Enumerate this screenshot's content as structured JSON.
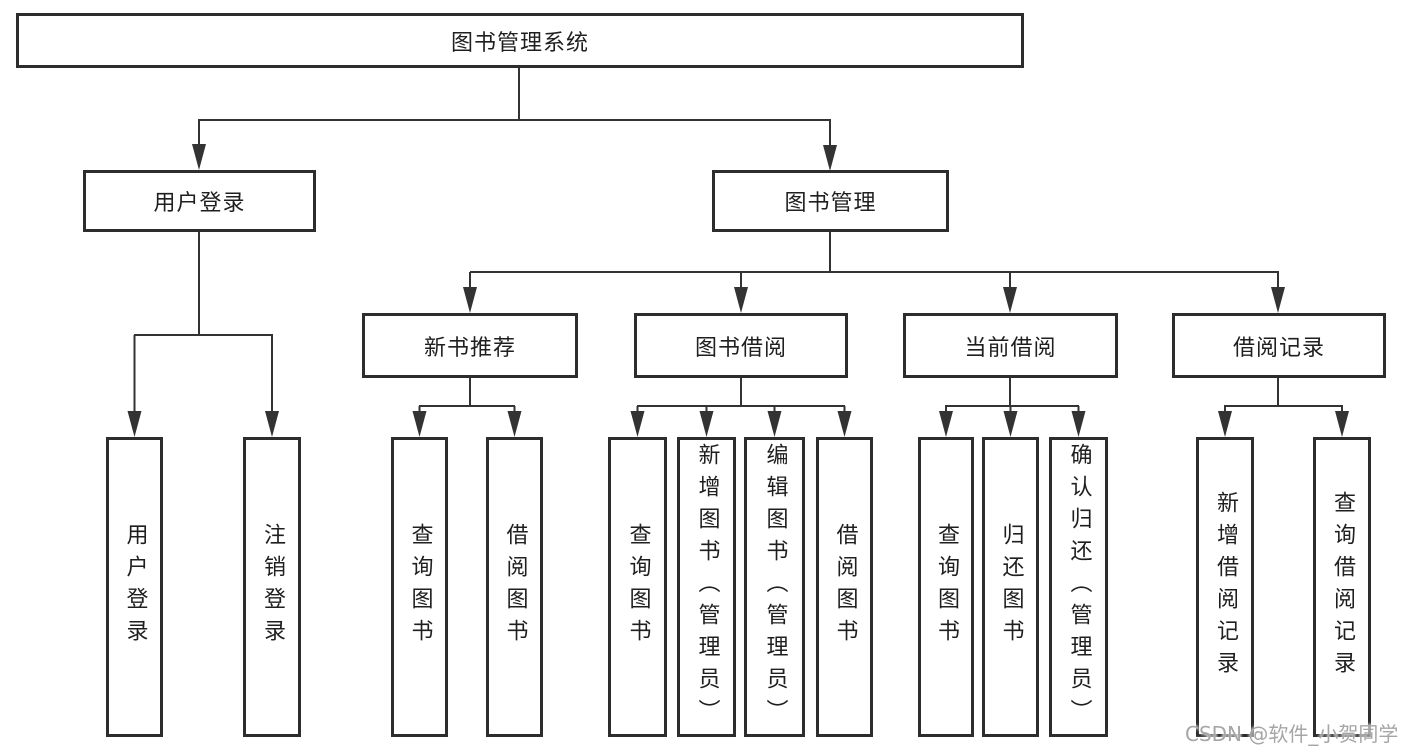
{
  "diagram": {
    "root": {
      "label": "图书管理系统"
    },
    "level2": [
      {
        "label": "用户登录"
      },
      {
        "label": "图书管理"
      }
    ],
    "level3": [
      {
        "label": "新书推荐"
      },
      {
        "label": "图书借阅"
      },
      {
        "label": "当前借阅"
      },
      {
        "label": "借阅记录"
      }
    ],
    "leaves": {
      "user_login": [
        "用户登录",
        "注销登录"
      ],
      "new_book_recommend": [
        "查询图书",
        "借阅图书"
      ],
      "book_borrowing": [
        "查询图书",
        "新增图书（管理员）",
        "编辑图书（管理员）",
        "借阅图书"
      ],
      "current_borrowing": [
        "查询图书",
        "归还图书",
        "确认归还（管理员）"
      ],
      "borrowing_records": [
        "新增借阅记录",
        "查询借阅记录"
      ]
    }
  },
  "watermark": {
    "text": "CSDN @软件_小贺同学"
  },
  "colors": {
    "line": "#333333",
    "box_border": "#2d2d2d",
    "text": "#1f1f1f",
    "watermark": "#a6a6a6",
    "background": "#ffffff"
  }
}
